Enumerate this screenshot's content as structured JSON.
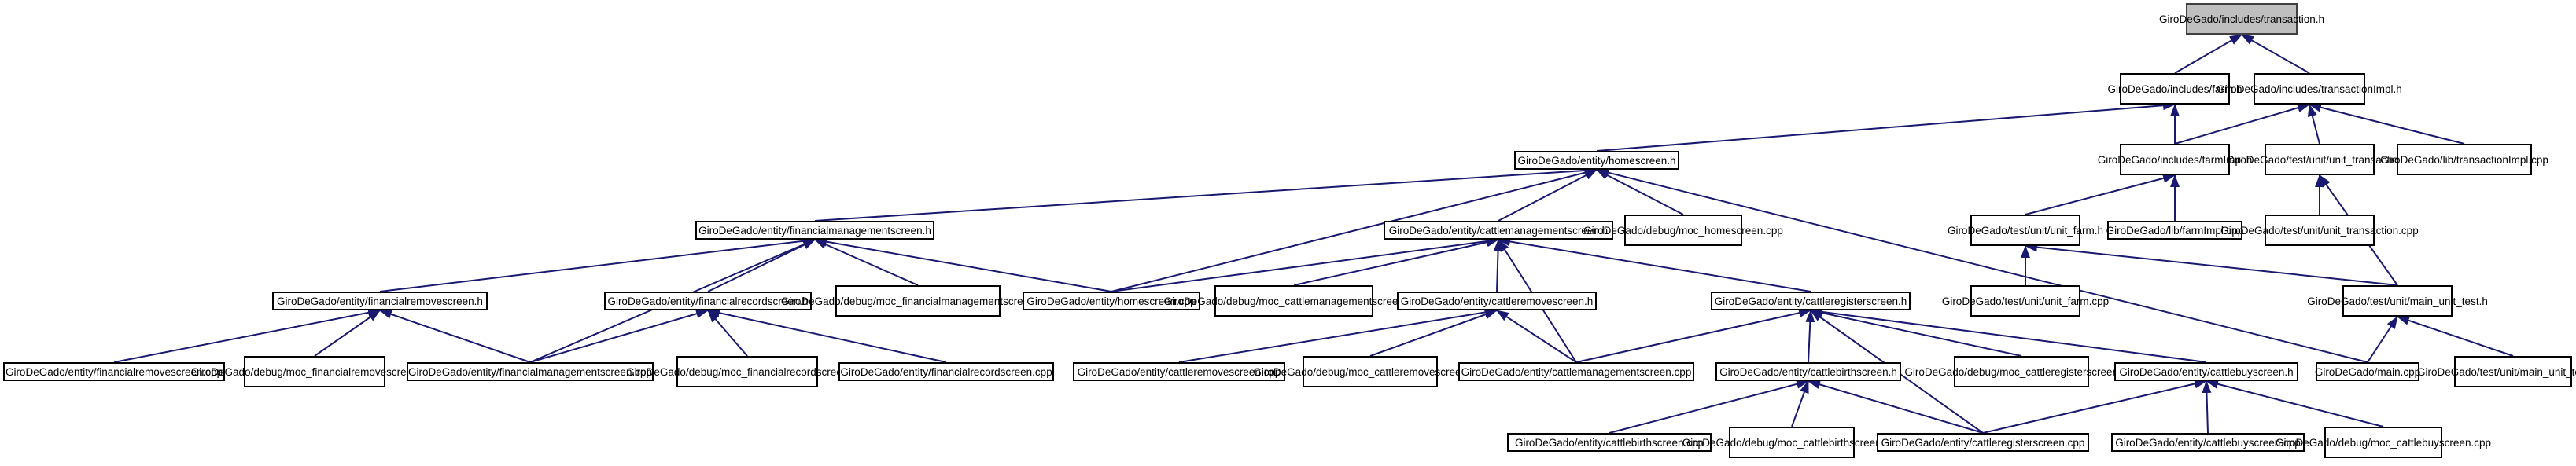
{
  "graph": {
    "colors": {
      "edge": "#191970",
      "node_border": "#000000",
      "root_fill": "#bfbfbf"
    },
    "nodes": {
      "transaction_h": {
        "lines": [
          "GiroDeGado/includes",
          "/transaction.h"
        ],
        "root": true
      },
      "farm_h": {
        "lines": [
          "GiroDeGado/includes",
          "/farm.h"
        ]
      },
      "transimpl_h": {
        "lines": [
          "GiroDeGado/includes",
          "/transactionImpl.h"
        ]
      },
      "homescreen_h": {
        "lines": [
          "GiroDeGado/entity/homescreen.h"
        ]
      },
      "farmimpl_h": {
        "lines": [
          "GiroDeGado/includes",
          "/farmImpl.h"
        ]
      },
      "unit_trans_h": {
        "lines": [
          "GiroDeGado/test/unit",
          "/unit_transaction.h"
        ]
      },
      "lib_transimpl": {
        "lines": [
          "GiroDeGado/lib/transaction",
          "Impl.cpp"
        ]
      },
      "finmgmt_h": {
        "lines": [
          "GiroDeGado/entity/financialmanagementscreen.h"
        ]
      },
      "cattlemgmt_h": {
        "lines": [
          "GiroDeGado/entity/cattlemanagementscreen.h"
        ]
      },
      "moc_home": {
        "lines": [
          "GiroDeGado/debug/moc",
          "_homescreen.cpp"
        ]
      },
      "unit_farm_h": {
        "lines": [
          "GiroDeGado/test/unit",
          "/unit_farm.h"
        ]
      },
      "lib_farmimpl": {
        "lines": [
          "GiroDeGado/lib/farmImpl.cpp"
        ]
      },
      "unit_trans_cpp": {
        "lines": [
          "GiroDeGado/test/unit",
          "/unit_transaction.cpp"
        ]
      },
      "finremove_h": {
        "lines": [
          "GiroDeGado/entity/financialremovescreen.h"
        ]
      },
      "finrecord_h": {
        "lines": [
          "GiroDeGado/entity/financialrecordscreen.h"
        ]
      },
      "moc_finmgmt": {
        "lines": [
          "GiroDeGado/debug/moc",
          "_financialmanagementscreen.cpp"
        ]
      },
      "homescreen_cpp": {
        "lines": [
          "GiroDeGado/entity/homescreen.cpp"
        ]
      },
      "moc_cattlemgmt": {
        "lines": [
          "GiroDeGado/debug/moc",
          "_cattlemanagementscreen.cpp"
        ]
      },
      "cattleremove_h": {
        "lines": [
          "GiroDeGado/entity/cattleremovescreen.h"
        ]
      },
      "cattlereg_h": {
        "lines": [
          "GiroDeGado/entity/cattleregisterscreen.h"
        ]
      },
      "unit_farm_cpp": {
        "lines": [
          "GiroDeGado/test/unit",
          "/unit_farm.cpp"
        ]
      },
      "main_unit_h": {
        "lines": [
          "GiroDeGado/test/unit",
          "/main_unit_test.h"
        ]
      },
      "finremove_cpp": {
        "lines": [
          "GiroDeGado/entity/financialremovescreen.cpp"
        ]
      },
      "moc_finremove": {
        "lines": [
          "GiroDeGado/debug/moc",
          "_financialremovescreen.cpp"
        ]
      },
      "finmgmt_cpp": {
        "lines": [
          "GiroDeGado/entity/financialmanagementscreen.cpp"
        ]
      },
      "moc_finrecord": {
        "lines": [
          "GiroDeGado/debug/moc",
          "_financialrecordscreen.cpp"
        ]
      },
      "finrecord_cpp": {
        "lines": [
          "GiroDeGado/entity/financialrecordscreen.cpp"
        ]
      },
      "cattleremove_cpp": {
        "lines": [
          "GiroDeGado/entity/cattleremovescreen.cpp"
        ]
      },
      "moc_cattleremove": {
        "lines": [
          "GiroDeGado/debug/moc",
          "_cattleremovescreen.cpp"
        ]
      },
      "cattlemgmt_cpp": {
        "lines": [
          "GiroDeGado/entity/cattlemanagementscreen.cpp"
        ]
      },
      "moc_cattlereg": {
        "lines": [
          "GiroDeGado/debug/moc",
          "_cattleregisterscreen.cpp"
        ]
      },
      "cattlebirth_h": {
        "lines": [
          "GiroDeGado/entity/cattlebirthscreen.h"
        ]
      },
      "cattlebuy_h": {
        "lines": [
          "GiroDeGado/entity/cattlebuyscreen.h"
        ]
      },
      "main_cpp": {
        "lines": [
          "GiroDeGado/main.cpp"
        ]
      },
      "main_unit_cpp": {
        "lines": [
          "GiroDeGado/test/unit",
          "/main_unit_test.cpp"
        ]
      },
      "cattlebirth_cpp": {
        "lines": [
          "GiroDeGado/entity/cattlebirthscreen.cpp"
        ]
      },
      "moc_cattlebirth": {
        "lines": [
          "GiroDeGado/debug/moc",
          "_cattlebirthscreen.cpp"
        ]
      },
      "cattlereg_cpp": {
        "lines": [
          "GiroDeGado/entity/cattleregisterscreen.cpp"
        ]
      },
      "cattlebuy_cpp": {
        "lines": [
          "GiroDeGado/entity/cattlebuyscreen.cpp"
        ]
      },
      "moc_cattlebuy": {
        "lines": [
          "GiroDeGado/debug/moc",
          "_cattlebuyscreen.cpp"
        ]
      }
    },
    "edges": [
      [
        "farm_h",
        "transaction_h"
      ],
      [
        "transimpl_h",
        "transaction_h"
      ],
      [
        "homescreen_h",
        "farm_h"
      ],
      [
        "farmimpl_h",
        "farm_h"
      ],
      [
        "farmimpl_h",
        "transimpl_h"
      ],
      [
        "lib_transimpl",
        "transimpl_h"
      ],
      [
        "unit_trans_h",
        "transimpl_h"
      ],
      [
        "finmgmt_h",
        "homescreen_h"
      ],
      [
        "cattlemgmt_h",
        "homescreen_h"
      ],
      [
        "moc_home",
        "homescreen_h"
      ],
      [
        "homescreen_cpp",
        "homescreen_h"
      ],
      [
        "main_cpp",
        "homescreen_h"
      ],
      [
        "unit_farm_h",
        "farmimpl_h"
      ],
      [
        "lib_farmimpl",
        "farmimpl_h"
      ],
      [
        "unit_trans_cpp",
        "unit_trans_h"
      ],
      [
        "main_unit_h",
        "unit_trans_h"
      ],
      [
        "unit_farm_cpp",
        "unit_farm_h"
      ],
      [
        "main_unit_h",
        "unit_farm_h"
      ],
      [
        "main_cpp",
        "main_unit_h"
      ],
      [
        "main_unit_cpp",
        "main_unit_h"
      ],
      [
        "finremove_h",
        "finmgmt_h"
      ],
      [
        "finrecord_h",
        "finmgmt_h"
      ],
      [
        "moc_finmgmt",
        "finmgmt_h"
      ],
      [
        "homescreen_cpp",
        "finmgmt_h"
      ],
      [
        "finmgmt_cpp",
        "finmgmt_h"
      ],
      [
        "homescreen_cpp",
        "cattlemgmt_h"
      ],
      [
        "moc_cattlemgmt",
        "cattlemgmt_h"
      ],
      [
        "cattleremove_h",
        "cattlemgmt_h"
      ],
      [
        "cattlereg_h",
        "cattlemgmt_h"
      ],
      [
        "cattlemgmt_cpp",
        "cattlemgmt_h"
      ],
      [
        "finremove_cpp",
        "finremove_h"
      ],
      [
        "moc_finremove",
        "finremove_h"
      ],
      [
        "finmgmt_cpp",
        "finremove_h"
      ],
      [
        "finmgmt_cpp",
        "finrecord_h"
      ],
      [
        "moc_finrecord",
        "finrecord_h"
      ],
      [
        "finrecord_cpp",
        "finrecord_h"
      ],
      [
        "cattleremove_cpp",
        "cattleremove_h"
      ],
      [
        "moc_cattleremove",
        "cattleremove_h"
      ],
      [
        "cattlemgmt_cpp",
        "cattleremove_h"
      ],
      [
        "cattlemgmt_cpp",
        "cattlereg_h"
      ],
      [
        "cattlebirth_h",
        "cattlereg_h"
      ],
      [
        "moc_cattlereg",
        "cattlereg_h"
      ],
      [
        "cattlebuy_h",
        "cattlereg_h"
      ],
      [
        "cattlereg_cpp",
        "cattlereg_h"
      ],
      [
        "cattlebirth_cpp",
        "cattlebirth_h"
      ],
      [
        "moc_cattlebirth",
        "cattlebirth_h"
      ],
      [
        "cattlereg_cpp",
        "cattlebirth_h"
      ],
      [
        "cattlereg_cpp",
        "cattlebuy_h"
      ],
      [
        "cattlebuy_cpp",
        "cattlebuy_h"
      ],
      [
        "moc_cattlebuy",
        "cattlebuy_h"
      ]
    ]
  }
}
